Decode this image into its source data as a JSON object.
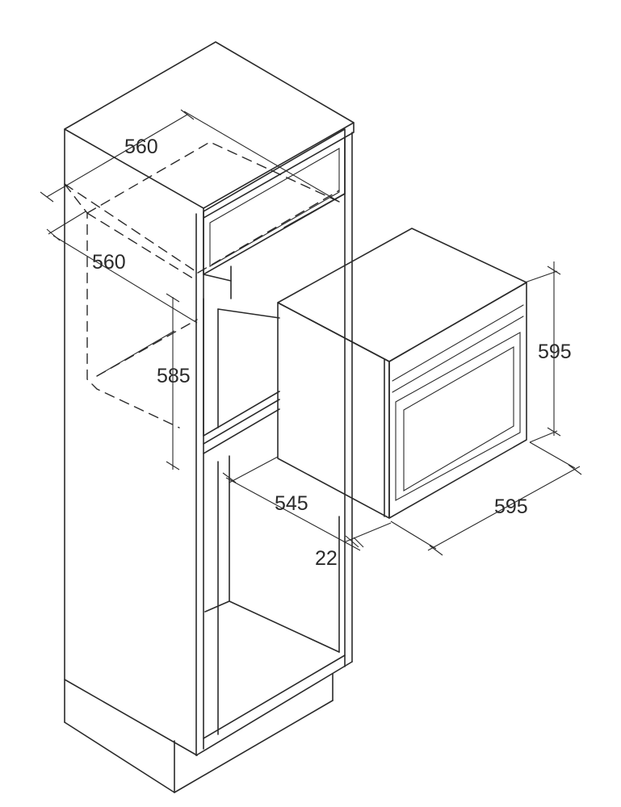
{
  "dimensions": {
    "cabinet_width": "560",
    "cabinet_depth": "560",
    "niche_height": "585",
    "oven_depth": "545",
    "door_offset": "22",
    "oven_width": "595",
    "oven_height": "595"
  },
  "colors": {
    "line": "#2a2a2a",
    "background": "#ffffff"
  }
}
